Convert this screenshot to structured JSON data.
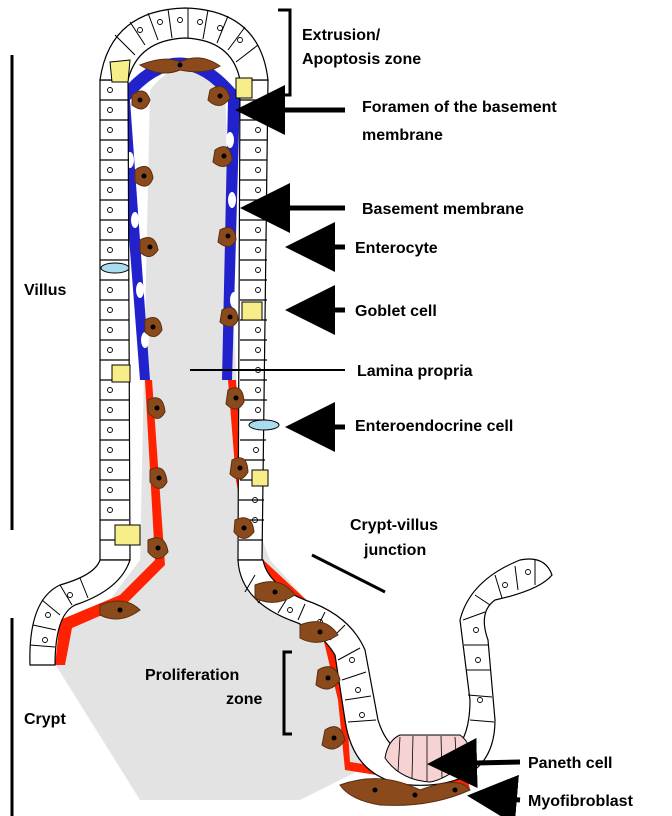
{
  "labels": {
    "extrusion_line1": "Extrusion/",
    "extrusion_line2": "Apoptosis zone",
    "foramen_line1": "Foramen of the basement",
    "foramen_line2": "membrane",
    "basement_membrane": "Basement membrane",
    "enterocyte": "Enterocyte",
    "goblet_cell": "Goblet cell",
    "lamina_propria": "Lamina propria",
    "enteroendocrine_cell": "Enteroendocrine cell",
    "villus": "Villus",
    "crypt_villus_line1": "Crypt-villus",
    "crypt_villus_line2": "junction",
    "proliferation_line1": "Proliferation",
    "proliferation_line2": "zone",
    "crypt": "Crypt",
    "paneth_cell": "Paneth cell",
    "myofibroblast": "Myofibroblast"
  },
  "colors": {
    "lamina_propria_fill": "#dedede",
    "basement_membrane": "#2222cc",
    "red_layer": "#ff2200",
    "myofibroblast": "#8b4a1c",
    "goblet_cell": "#f7ee8a",
    "enteroendocrine_cell": "#a9dcef",
    "paneth_cell": "#f6d2d2",
    "cell_outline": "#000000"
  }
}
